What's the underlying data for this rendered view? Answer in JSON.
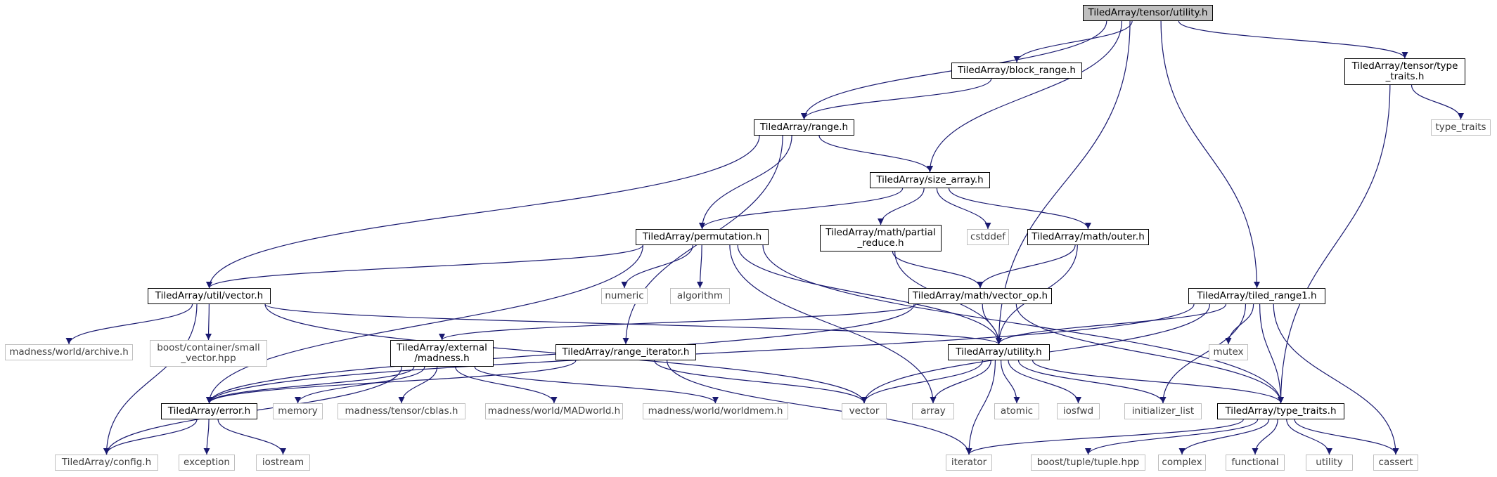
{
  "graph": {
    "edge_color": "#191970",
    "root_fill": "#bfbfbf",
    "external_border": "#bfbfbf",
    "nodes": [
      {
        "id": "root",
        "label": "TiledArray/tensor/utility.h",
        "kind": "root"
      },
      {
        "id": "block_range",
        "label": "TiledArray/block_range.h",
        "kind": "doc"
      },
      {
        "id": "tensor_type_traits",
        "label": "TiledArray/tensor/type\n_traits.h",
        "kind": "doc"
      },
      {
        "id": "range",
        "label": "TiledArray/range.h",
        "kind": "doc"
      },
      {
        "id": "size_array",
        "label": "TiledArray/size_array.h",
        "kind": "doc"
      },
      {
        "id": "permutation",
        "label": "TiledArray/permutation.h",
        "kind": "doc"
      },
      {
        "id": "partial_reduce",
        "label": "TiledArray/math/partial\n_reduce.h",
        "kind": "doc"
      },
      {
        "id": "outer",
        "label": "TiledArray/math/outer.h",
        "kind": "doc"
      },
      {
        "id": "vector_op",
        "label": "TiledArray/math/vector_op.h",
        "kind": "doc"
      },
      {
        "id": "tiled_range1",
        "label": "TiledArray/tiled_range1.h",
        "kind": "doc"
      },
      {
        "id": "util_vector",
        "label": "TiledArray/util/vector.h",
        "kind": "doc"
      },
      {
        "id": "external_madness",
        "label": "TiledArray/external\n/madness.h",
        "kind": "doc"
      },
      {
        "id": "range_iterator",
        "label": "TiledArray/range_iterator.h",
        "kind": "doc"
      },
      {
        "id": "utility",
        "label": "TiledArray/utility.h",
        "kind": "doc"
      },
      {
        "id": "error",
        "label": "TiledArray/error.h",
        "kind": "doc"
      },
      {
        "id": "type_traits_h",
        "label": "TiledArray/type_traits.h",
        "kind": "doc"
      },
      {
        "id": "config",
        "label": "TiledArray/config.h",
        "kind": "ext"
      },
      {
        "id": "type_traits_std",
        "label": "type_traits",
        "kind": "ext"
      },
      {
        "id": "cstddef",
        "label": "cstddef",
        "kind": "ext"
      },
      {
        "id": "numeric",
        "label": "numeric",
        "kind": "ext"
      },
      {
        "id": "algorithm",
        "label": "algorithm",
        "kind": "ext"
      },
      {
        "id": "archive",
        "label": "madness/world/archive.h",
        "kind": "ext"
      },
      {
        "id": "small_vector",
        "label": "boost/container/small\n_vector.hpp",
        "kind": "ext"
      },
      {
        "id": "mutex",
        "label": "mutex",
        "kind": "ext"
      },
      {
        "id": "memory",
        "label": "memory",
        "kind": "ext"
      },
      {
        "id": "cblas",
        "label": "madness/tensor/cblas.h",
        "kind": "ext"
      },
      {
        "id": "madworld",
        "label": "madness/world/MADworld.h",
        "kind": "ext"
      },
      {
        "id": "worldmem",
        "label": "madness/world/worldmem.h",
        "kind": "ext"
      },
      {
        "id": "vector",
        "label": "vector",
        "kind": "ext"
      },
      {
        "id": "array",
        "label": "array",
        "kind": "ext"
      },
      {
        "id": "atomic",
        "label": "atomic",
        "kind": "ext"
      },
      {
        "id": "iosfwd",
        "label": "iosfwd",
        "kind": "ext"
      },
      {
        "id": "initializer_list",
        "label": "initializer_list",
        "kind": "ext"
      },
      {
        "id": "exception",
        "label": "exception",
        "kind": "ext"
      },
      {
        "id": "iostream",
        "label": "iostream",
        "kind": "ext"
      },
      {
        "id": "iterator",
        "label": "iterator",
        "kind": "ext"
      },
      {
        "id": "boost_tuple",
        "label": "boost/tuple/tuple.hpp",
        "kind": "ext"
      },
      {
        "id": "complex",
        "label": "complex",
        "kind": "ext"
      },
      {
        "id": "functional",
        "label": "functional",
        "kind": "ext"
      },
      {
        "id": "utility_std",
        "label": "utility",
        "kind": "ext"
      },
      {
        "id": "cassert",
        "label": "cassert",
        "kind": "ext"
      }
    ],
    "edges": [
      [
        "root",
        "block_range"
      ],
      [
        "root",
        "tensor_type_traits"
      ],
      [
        "root",
        "range"
      ],
      [
        "root",
        "size_array"
      ],
      [
        "root",
        "tiled_range1"
      ],
      [
        "root",
        "utility"
      ],
      [
        "block_range",
        "range"
      ],
      [
        "tensor_type_traits",
        "type_traits_std"
      ],
      [
        "tensor_type_traits",
        "type_traits_h"
      ],
      [
        "range",
        "size_array"
      ],
      [
        "range",
        "permutation"
      ],
      [
        "range",
        "util_vector"
      ],
      [
        "range",
        "range_iterator"
      ],
      [
        "size_array",
        "permutation"
      ],
      [
        "size_array",
        "partial_reduce"
      ],
      [
        "size_array",
        "cstddef"
      ],
      [
        "size_array",
        "outer"
      ],
      [
        "permutation",
        "util_vector"
      ],
      [
        "permutation",
        "numeric"
      ],
      [
        "permutation",
        "algorithm"
      ],
      [
        "permutation",
        "error"
      ],
      [
        "permutation",
        "array"
      ],
      [
        "permutation",
        "utility"
      ],
      [
        "permutation",
        "type_traits_h"
      ],
      [
        "partial_reduce",
        "vector_op"
      ],
      [
        "partial_reduce",
        "utility"
      ],
      [
        "outer",
        "vector_op"
      ],
      [
        "outer",
        "utility"
      ],
      [
        "vector_op",
        "external_madness"
      ],
      [
        "vector_op",
        "error"
      ],
      [
        "vector_op",
        "utility"
      ],
      [
        "vector_op",
        "type_traits_h"
      ],
      [
        "util_vector",
        "archive"
      ],
      [
        "util_vector",
        "small_vector"
      ],
      [
        "util_vector",
        "utility"
      ],
      [
        "util_vector",
        "vector"
      ],
      [
        "external_madness",
        "config"
      ],
      [
        "external_madness",
        "error"
      ],
      [
        "external_madness",
        "memory"
      ],
      [
        "external_madness",
        "cblas"
      ],
      [
        "external_madness",
        "madworld"
      ],
      [
        "external_madness",
        "worldmem"
      ],
      [
        "range_iterator",
        "error"
      ],
      [
        "range_iterator",
        "vector"
      ],
      [
        "range_iterator",
        "iterator"
      ],
      [
        "tiled_range1",
        "utility"
      ],
      [
        "tiled_range1",
        "type_traits_h"
      ],
      [
        "tiled_range1",
        "error"
      ],
      [
        "tiled_range1",
        "mutex"
      ],
      [
        "tiled_range1",
        "cassert"
      ],
      [
        "tiled_range1",
        "vector"
      ],
      [
        "tiled_range1",
        "initializer_list"
      ],
      [
        "utility",
        "vector"
      ],
      [
        "utility",
        "array"
      ],
      [
        "utility",
        "atomic"
      ],
      [
        "utility",
        "iosfwd"
      ],
      [
        "utility",
        "initializer_list"
      ],
      [
        "utility",
        "iterator"
      ],
      [
        "utility",
        "type_traits_h"
      ],
      [
        "error",
        "config"
      ],
      [
        "error",
        "exception"
      ],
      [
        "error",
        "iostream"
      ],
      [
        "type_traits_h",
        "iterator"
      ],
      [
        "type_traits_h",
        "boost_tuple"
      ],
      [
        "type_traits_h",
        "complex"
      ],
      [
        "type_traits_h",
        "functional"
      ],
      [
        "type_traits_h",
        "utility_std"
      ],
      [
        "type_traits_h",
        "cassert"
      ],
      [
        "util_vector",
        "config"
      ]
    ]
  }
}
